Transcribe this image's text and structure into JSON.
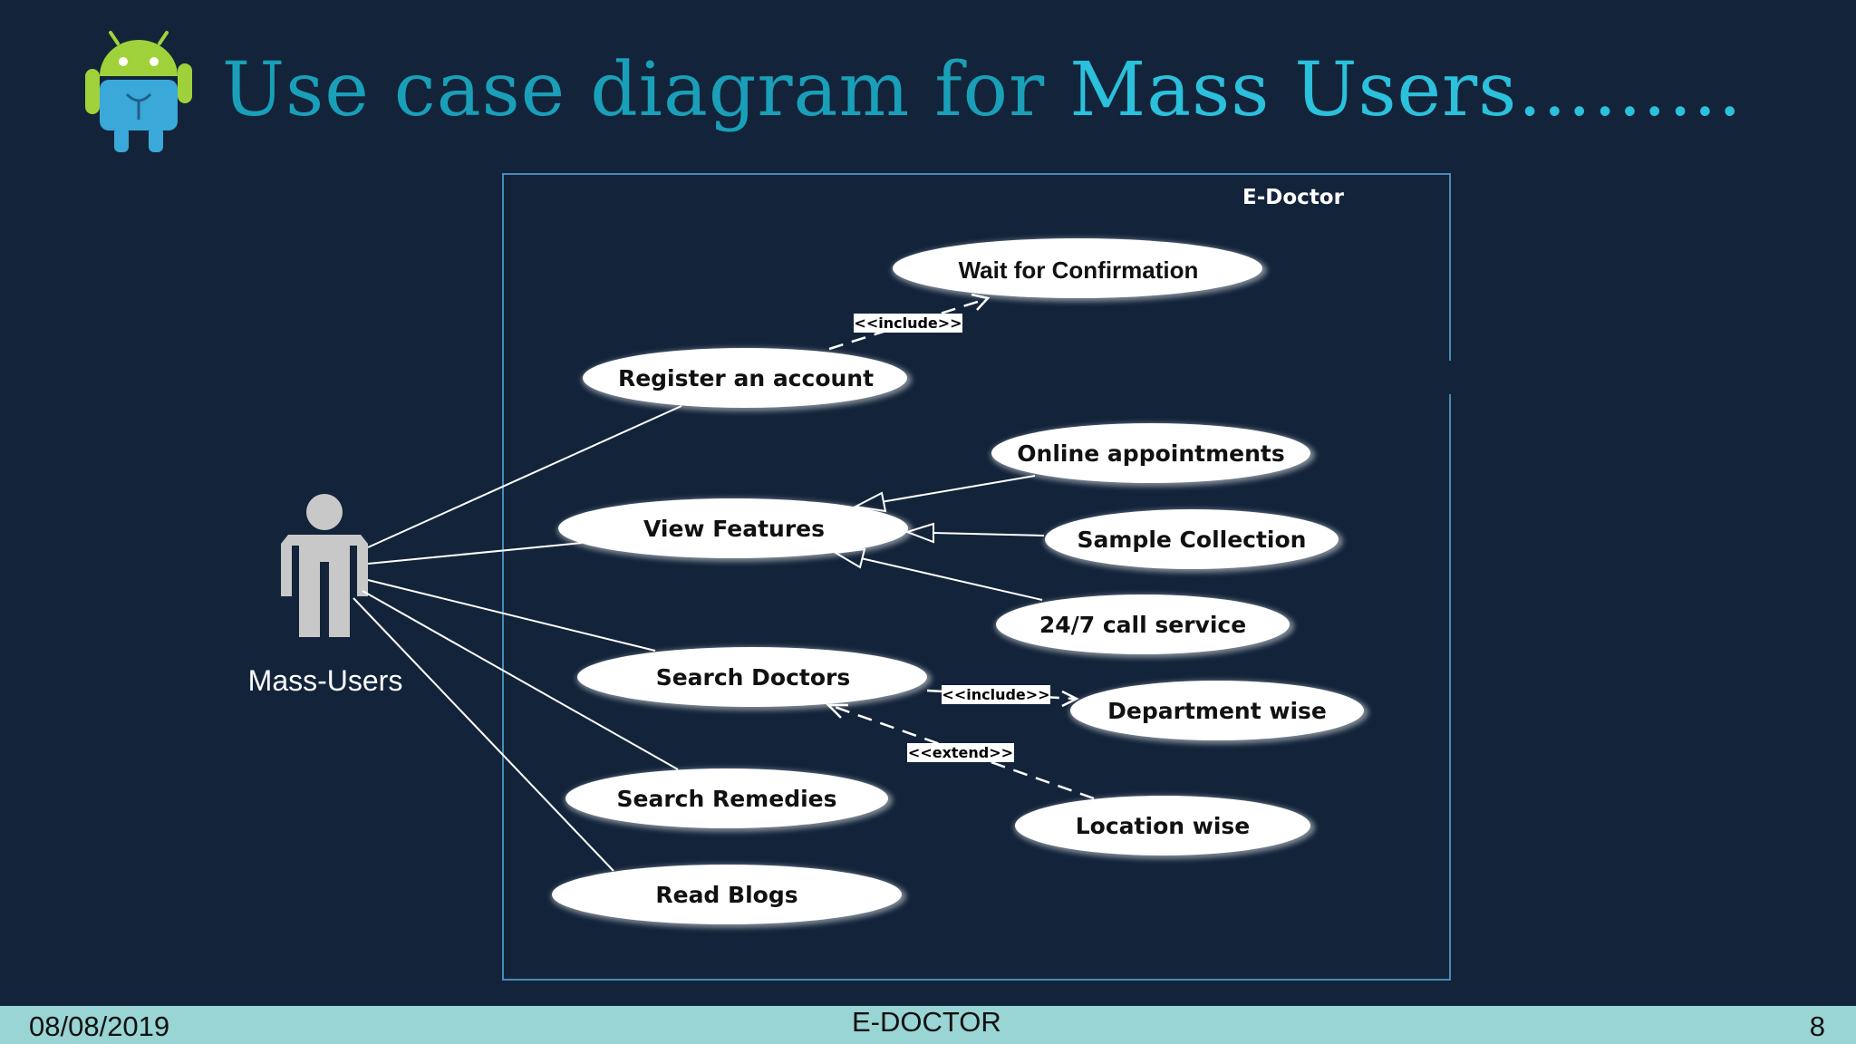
{
  "title": {
    "part1": "Use case diagram for ",
    "part2": "Mass Users………"
  },
  "system": {
    "name": "E-Doctor"
  },
  "actor": {
    "name": "Mass-Users"
  },
  "use_cases": {
    "wait_confirmation": "Wait for Confirmation",
    "register": "Register an account",
    "online_appointments": "Online appointments",
    "view_features": "View Features",
    "sample_collection": "Sample Collection",
    "call_service": "24/7 call service",
    "search_doctors": "Search Doctors",
    "department_wise": "Department wise",
    "search_remedies": "Search Remedies",
    "location_wise": "Location wise",
    "read_blogs": "Read Blogs"
  },
  "stereotypes": {
    "include_register": "<<include>>",
    "include_search": "<<include>>",
    "extend_location": "<<extend>>"
  },
  "footer": {
    "date": "08/08/2019",
    "center": "E-DOCTOR",
    "page": "8"
  },
  "colors": {
    "background": "#13243a",
    "title": "#1a9fb9",
    "title_highlight": "#2bc0dc",
    "footer": "#98d5d4",
    "system_border": "#4a8ab8",
    "actor": "#c8c8c8"
  }
}
